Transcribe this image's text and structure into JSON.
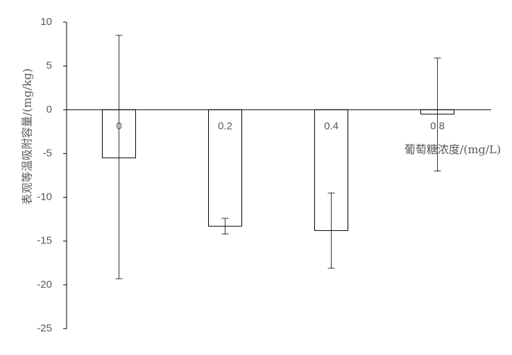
{
  "chart_data": {
    "type": "bar",
    "categories": [
      "0",
      "0.2",
      "0.4",
      "0.8"
    ],
    "values": [
      -5.5,
      -13.3,
      -13.8,
      -0.5
    ],
    "error_low": [
      -19.3,
      -14.2,
      -18.1,
      -7.0
    ],
    "error_high": [
      8.5,
      -12.4,
      -9.5,
      5.9
    ],
    "xlabel": "葡萄糖浓度/(mg/L)",
    "ylabel": "表观等温吸附容量/(mg/kg)",
    "ylim": [
      -25,
      10
    ],
    "yticks": [
      "10",
      "5",
      "0",
      "-5",
      "-10",
      "-15",
      "-20",
      "-25"
    ],
    "ytick_values": [
      10,
      5,
      0,
      -5,
      -10,
      -15,
      -20,
      -25
    ],
    "grid": false,
    "bar_fill": "#ffffff",
    "bar_stroke": "#000000"
  }
}
